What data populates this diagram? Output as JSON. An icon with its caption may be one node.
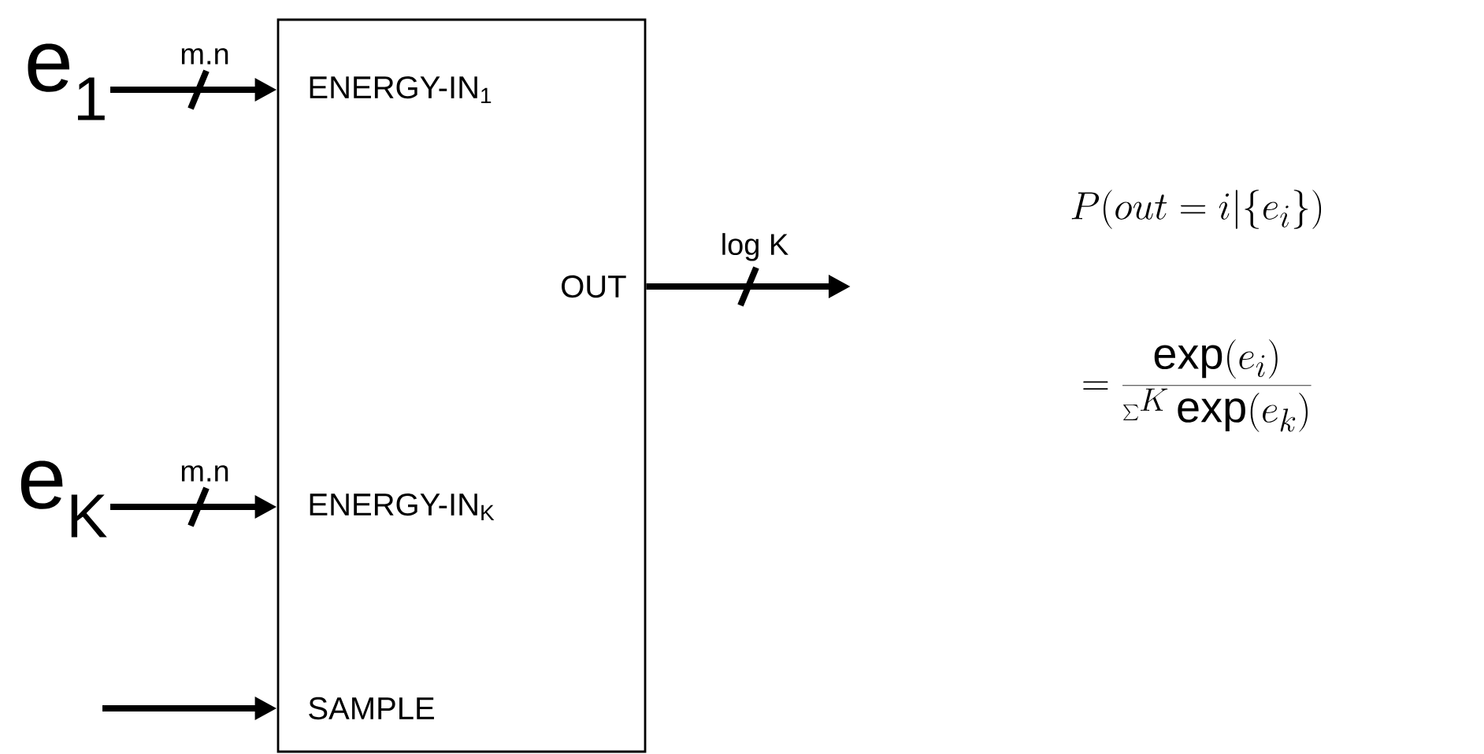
{
  "diagram": {
    "nodes": [
      {
        "text": [
          "ENERGY-IN$_{1}$",
          "OUT",
          "ENERGY-IN$_{K}$",
          "SAMPLE"
        ]
      },
      {
        "text": [
          "e$_{1}$"
        ]
      },
      {
        "text": [
          "e$_{K}$"
        ]
      }
    ],
    "edges": [
      {
        "from": 1,
        "to": 0,
        "arrow": "to",
        "label": "m.n"
      },
      {
        "from": 2,
        "to": 0,
        "arrow": "to",
        "label": "m.n"
      },
      {
        "from": null,
        "to": 0,
        "arrow": "to"
      },
      {
        "from": 0,
        "to": null,
        "arrow": "to",
        "label": "log K"
      }
    ],
    "labels": [
      "P(out = i|\\{e_i\\})",
      "= \\frac{\\exp(e_i)}{\\sum^K \\exp(e_k)}"
    ]
  }
}
